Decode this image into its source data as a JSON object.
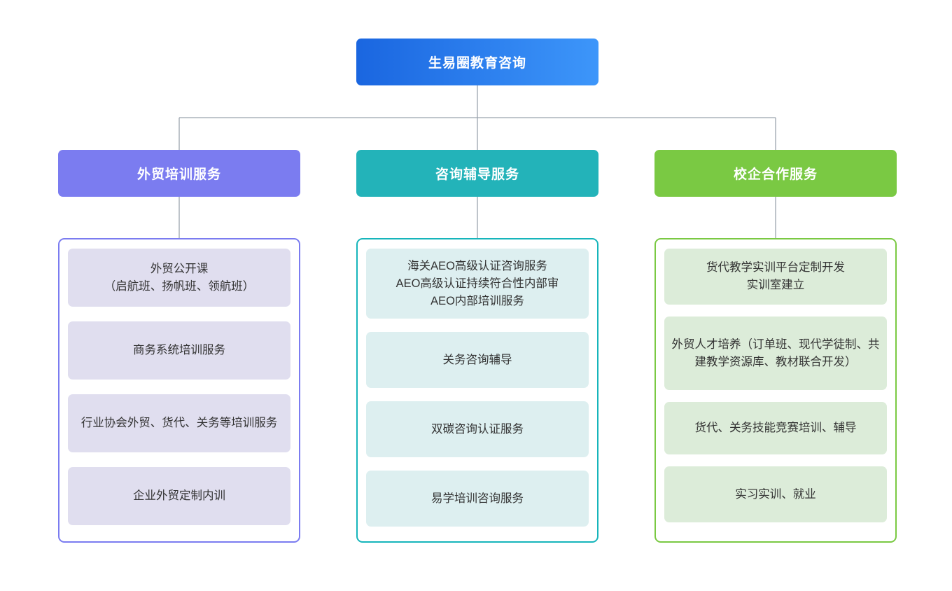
{
  "diagram": {
    "type": "organizational-tree",
    "root": {
      "label": "生易圈教育咨询",
      "gradient_from": "#1a66e0",
      "gradient_to": "#3d96fa",
      "text_color": "#ffffff"
    },
    "connector_color": "#9aa3ad",
    "branches": [
      {
        "id": "branch-foreign-trade-training",
        "header_label": "外贸培训服务",
        "header_color": "#7b7cf0",
        "border_color": "#7b7cf0",
        "item_fill": "#e0deef",
        "items": [
          {
            "label": "外贸公开课\n（启航班、扬帆班、领航班）"
          },
          {
            "label": "商务系统培训服务"
          },
          {
            "label": "行业协会外贸、货代、关务等培训服务"
          },
          {
            "label": "企业外贸定制内训"
          }
        ]
      },
      {
        "id": "branch-consulting-tutoring",
        "header_label": "咨询辅导服务",
        "header_color": "#23b3b9",
        "border_color": "#16b5bb",
        "item_fill": "#ddeff0",
        "items": [
          {
            "label": "海关AEO高级认证咨询服务\nAEO高级认证持续符合性内部审\nAEO内部培训服务"
          },
          {
            "label": "关务咨询辅导"
          },
          {
            "label": "双碳咨询认证服务"
          },
          {
            "label": "易学培训咨询服务"
          }
        ]
      },
      {
        "id": "branch-school-enterprise",
        "header_label": "校企合作服务",
        "header_color": "#7ac943",
        "border_color": "#7ac943",
        "item_fill": "#dcecd9",
        "items": [
          {
            "label": "货代教学实训平台定制开发\n实训室建立"
          },
          {
            "label": "外贸人才培养（订单班、现代学徒制、共建教学资源库、教材联合开发）"
          },
          {
            "label": "货代、关务技能竞赛培训、辅导"
          },
          {
            "label": "实习实训、就业"
          }
        ]
      }
    ]
  }
}
